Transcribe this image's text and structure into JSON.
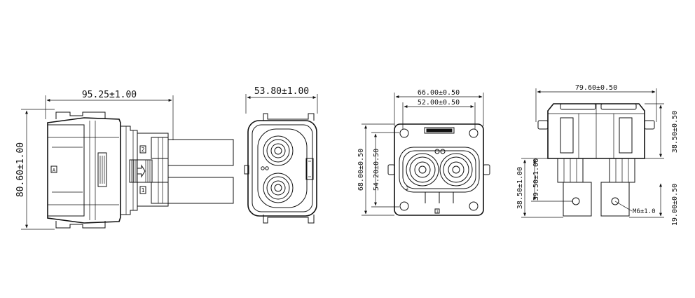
{
  "views": {
    "side": {
      "width_dim": "95.25±1.00",
      "height_dim": "80.60±1.00",
      "mark_a": "A",
      "mark_1": "1",
      "mark_2": "2"
    },
    "front": {
      "width_dim": "53.80±1.00"
    },
    "top": {
      "outer_width_dim": "66.00±0.50",
      "inner_width_dim": "52.00±0.50",
      "outer_height_dim": "68.00±0.50",
      "inner_height_dim": "54.20±0.50",
      "label_2": "2",
      "label_1": "1"
    },
    "rear": {
      "width_dim": "79.60±0.50",
      "flange_dim": "38.50±0.50",
      "pin_length_dim": "38.50±1.00",
      "pin_dim": "39.50±1.00",
      "hole_center_dim": "19.00±0.50",
      "bolt_label": "M6±1.0"
    }
  }
}
